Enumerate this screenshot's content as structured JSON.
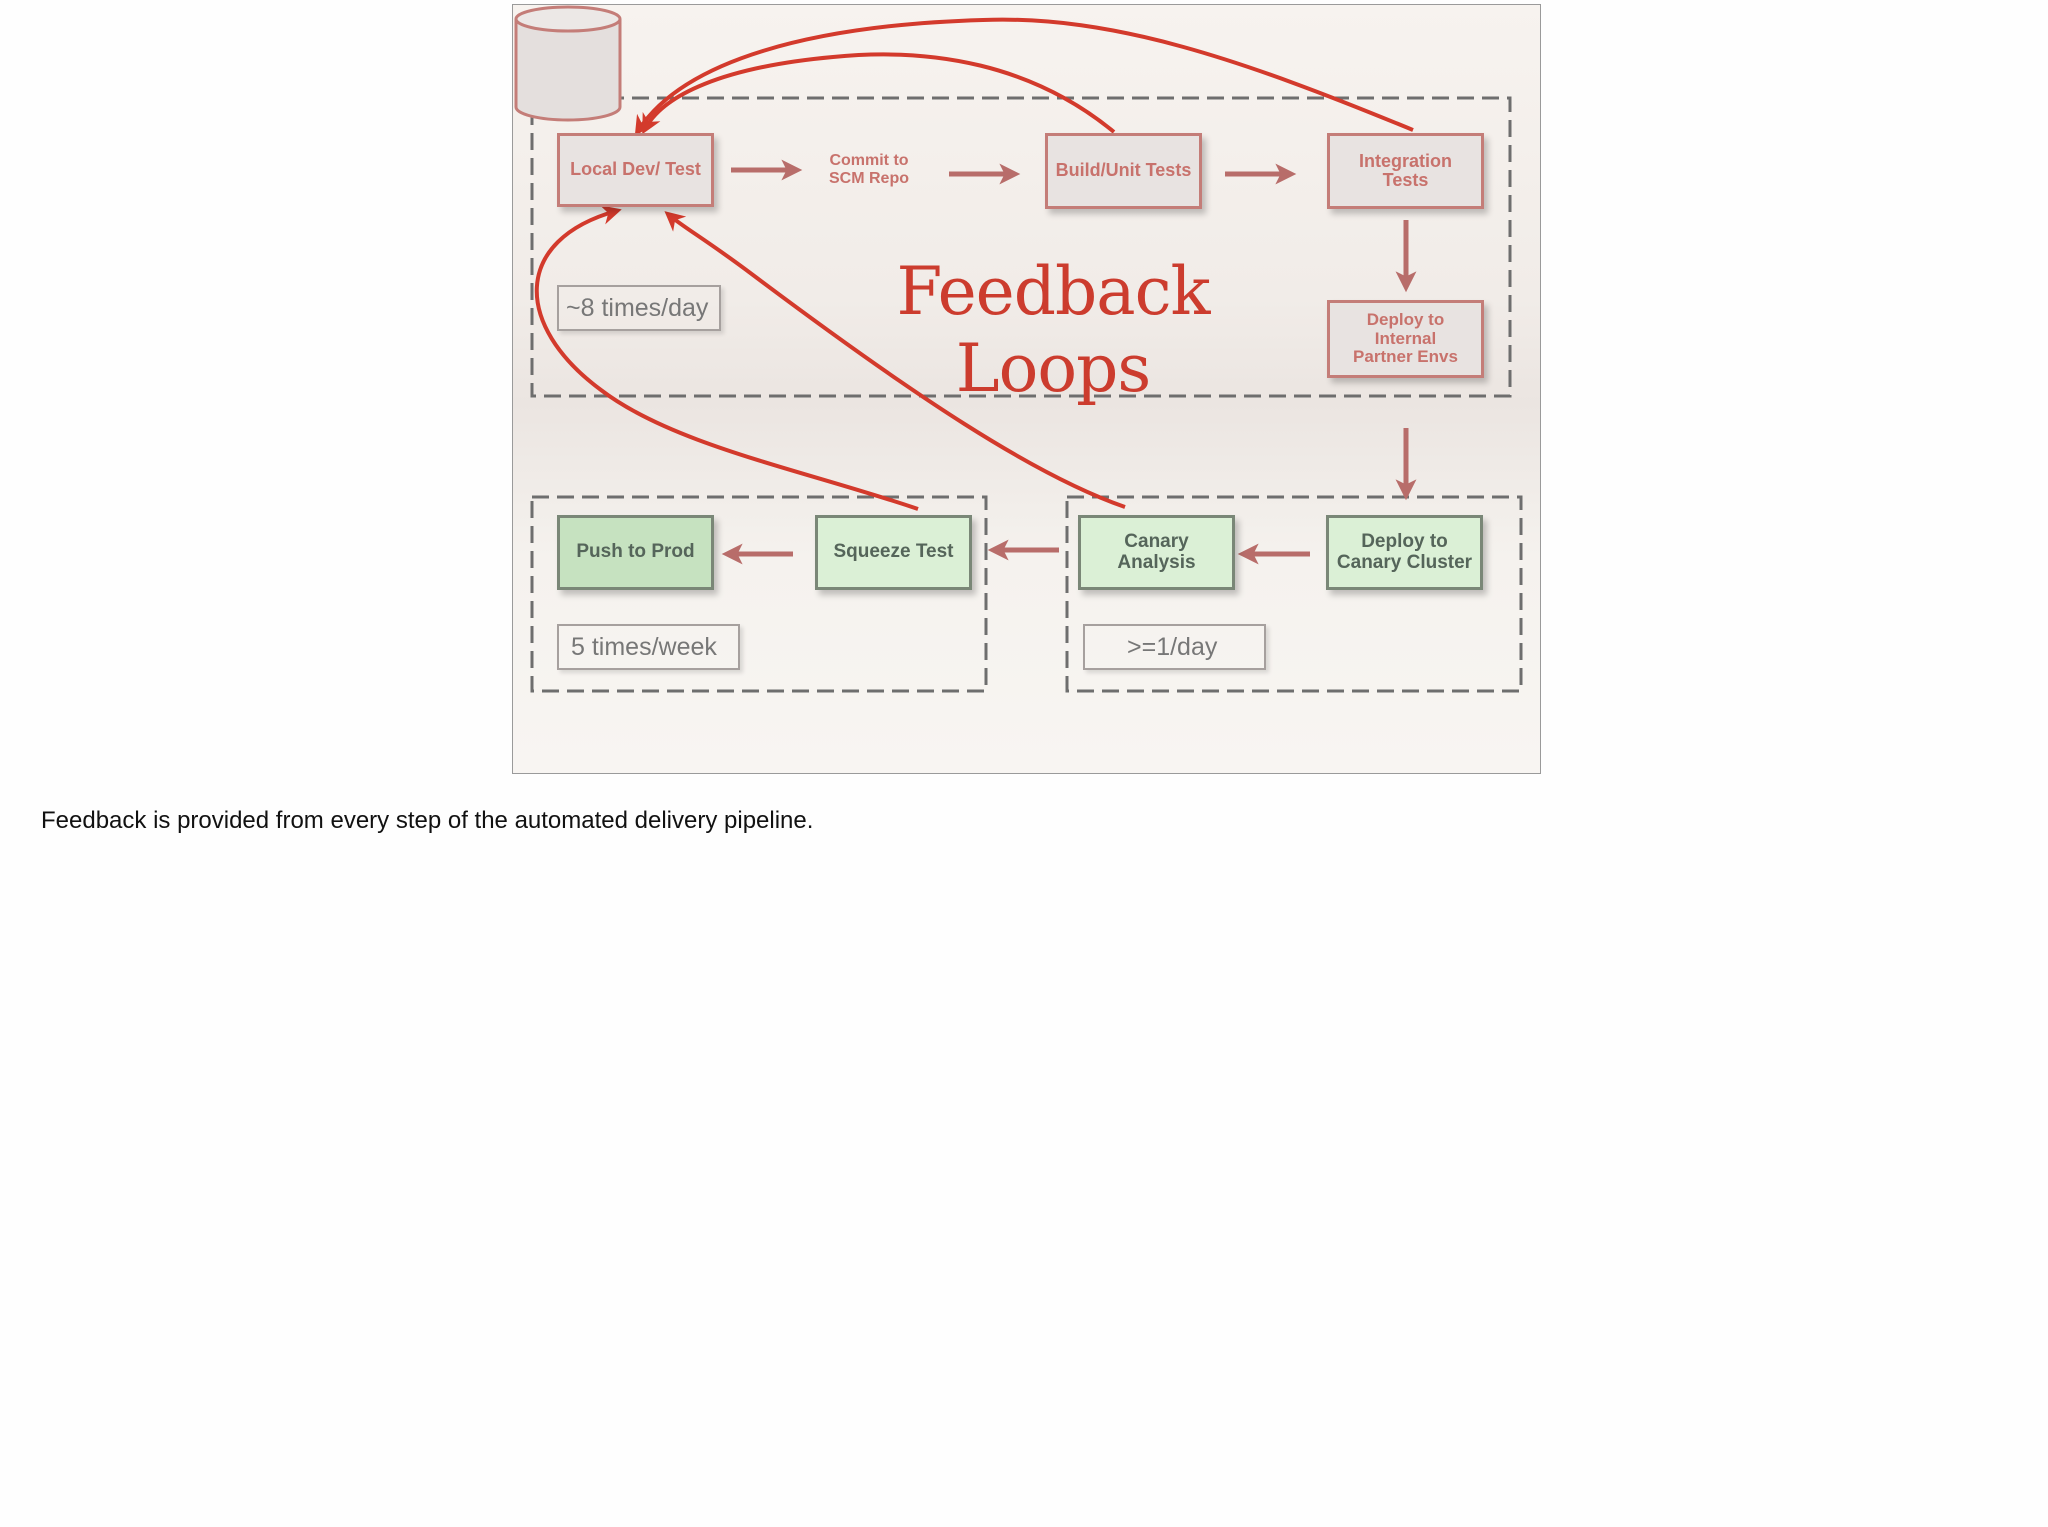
{
  "diagram": {
    "title": "Feedback Loops",
    "stages": {
      "local_dev": "Local Dev/ Test",
      "commit": "Commit to\nSCM Repo",
      "build": "Build/Unit Tests",
      "integration": "Integration\nTests",
      "deploy_internal": "Deploy to\nInternal\nPartner Envs",
      "deploy_canary": "Deploy to\nCanary Cluster",
      "canary_analysis": "Canary\nAnalysis",
      "squeeze_test": "Squeeze Test",
      "push_prod": "Push to Prod"
    },
    "frequencies": {
      "dev_loop": "~8 times/day",
      "prod_loop": "5 times/week",
      "canary_loop": ">=1/day"
    },
    "colors": {
      "feedback_arrow": "#d33a2c",
      "flow_arrow": "#b86d6a",
      "red_box_border": "#c47d78",
      "green_box_fill": "#dbf0d6"
    }
  },
  "caption": "Feedback is provided from every step of the automated delivery pipeline."
}
